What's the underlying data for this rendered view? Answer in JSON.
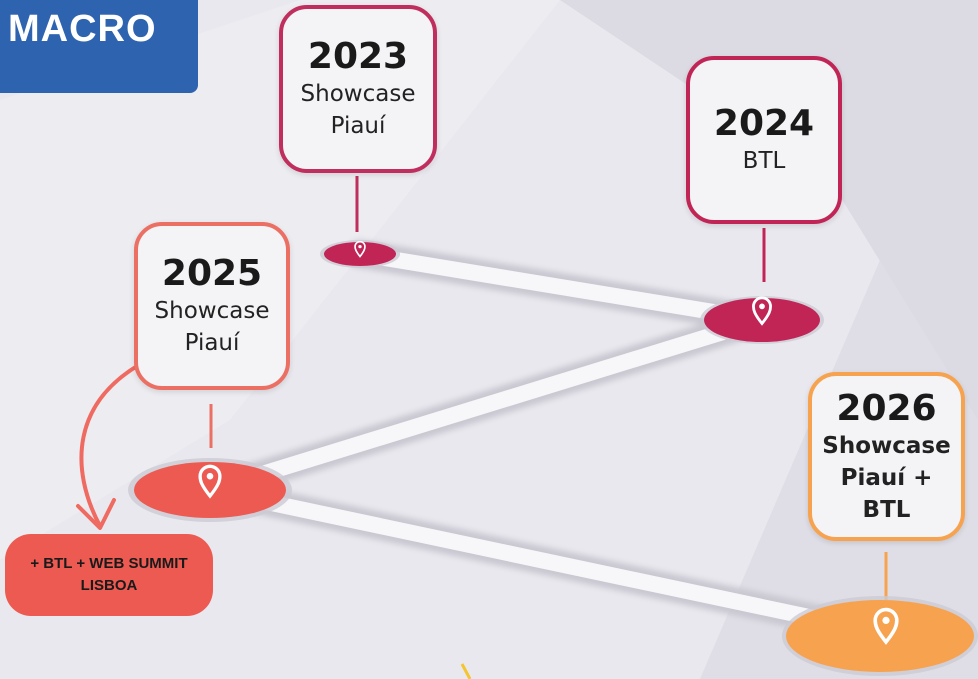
{
  "header": {
    "tag_label": "MACRO"
  },
  "timeline": [
    {
      "year": "2023",
      "label": "Showcase Piauí",
      "color": "#bf2e5c"
    },
    {
      "year": "2024",
      "label": "BTL",
      "color": "#c02556"
    },
    {
      "year": "2025",
      "label": "Showcase Piauí",
      "color": "#ec6f63"
    },
    {
      "year": "2026",
      "label": "Showcase Piauí + BTL",
      "color": "#f7a24e"
    }
  ],
  "note": {
    "text": "+ BTL + WEB SUMMIT LISBOA",
    "color": "#ec5a52"
  },
  "icons": {
    "pin": "map-pin-icon",
    "arrow": "curved-arrow-icon"
  }
}
